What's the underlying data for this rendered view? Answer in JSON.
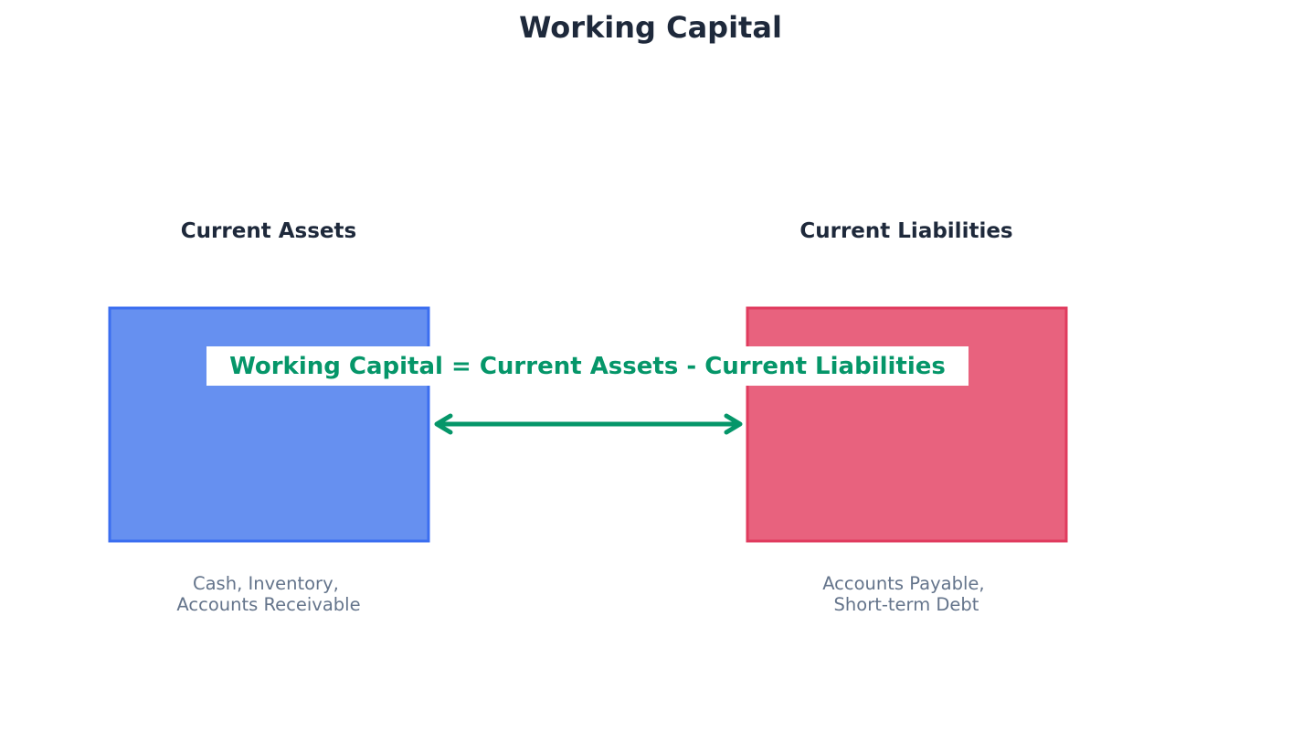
{
  "title": "Working Capital",
  "assets": {
    "label": "Current Assets",
    "caption_lines": [
      "Cash, Inventory,",
      "Accounts Receivable"
    ]
  },
  "liabilities": {
    "label": "Current Liabilities",
    "caption_lines": [
      "Accounts Payable,",
      "Short-term Debt"
    ]
  },
  "formula": "Working Capital = Current Assets - Current Liabilities",
  "colors": {
    "title_text": "#1e293b",
    "caption_text": "#64748b",
    "assets_fill": "#6690f0",
    "assets_stroke": "#3b6ef0",
    "liabilities_fill": "#e8627e",
    "liabilities_stroke": "#e03b5e",
    "formula_text": "#059669",
    "arrow": "#059669"
  }
}
